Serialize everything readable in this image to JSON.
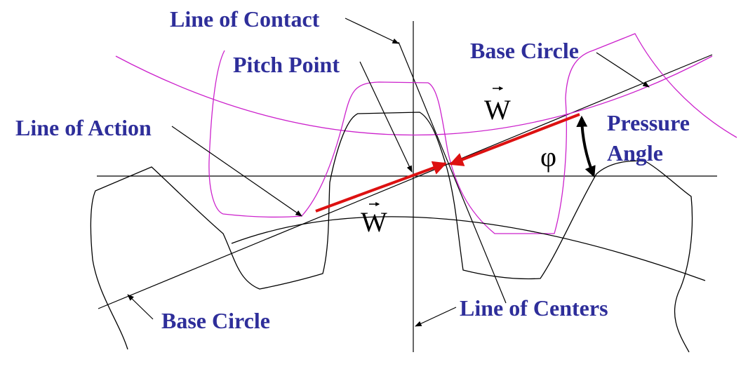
{
  "labels": {
    "line_of_contact": "Line of Contact",
    "pitch_point": "Pitch Point",
    "base_circle_top": "Base Circle",
    "line_of_action": "Line of Action",
    "pressure": "Pressure",
    "angle": "Angle",
    "phi": "φ",
    "force_upper": "W",
    "force_lower": "W",
    "base_circle_bottom": "Base Circle",
    "line_of_centers": "Line of Centers"
  },
  "colors": {
    "label_text": "#2e2e9a",
    "force_vector": "#dd1111",
    "upper_gear": "#cc22cc",
    "lower_gear": "#000000"
  }
}
